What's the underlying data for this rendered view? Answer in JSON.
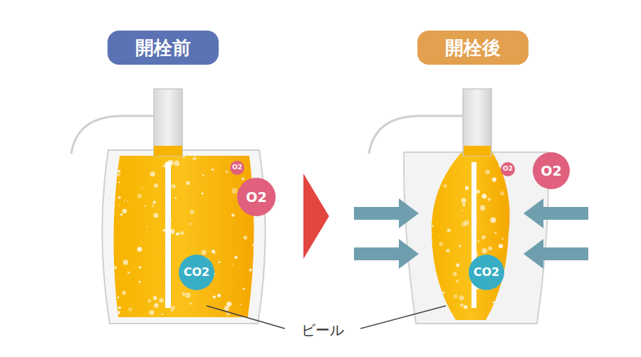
{
  "diagram": {
    "nodes": [
      {
        "text": [
          "開栓前"
        ]
      },
      {
        "text": [
          "O2"
        ]
      },
      {
        "text": [
          "O2"
        ]
      },
      {
        "text": [
          "CO2"
        ]
      },
      {
        "text": [
          "開栓後"
        ]
      },
      {
        "text": [
          "O2"
        ]
      },
      {
        "text": [
          "O2"
        ]
      },
      {
        "text": [
          "CO2"
        ]
      }
    ],
    "labels": [
      "ビール"
    ]
  }
}
